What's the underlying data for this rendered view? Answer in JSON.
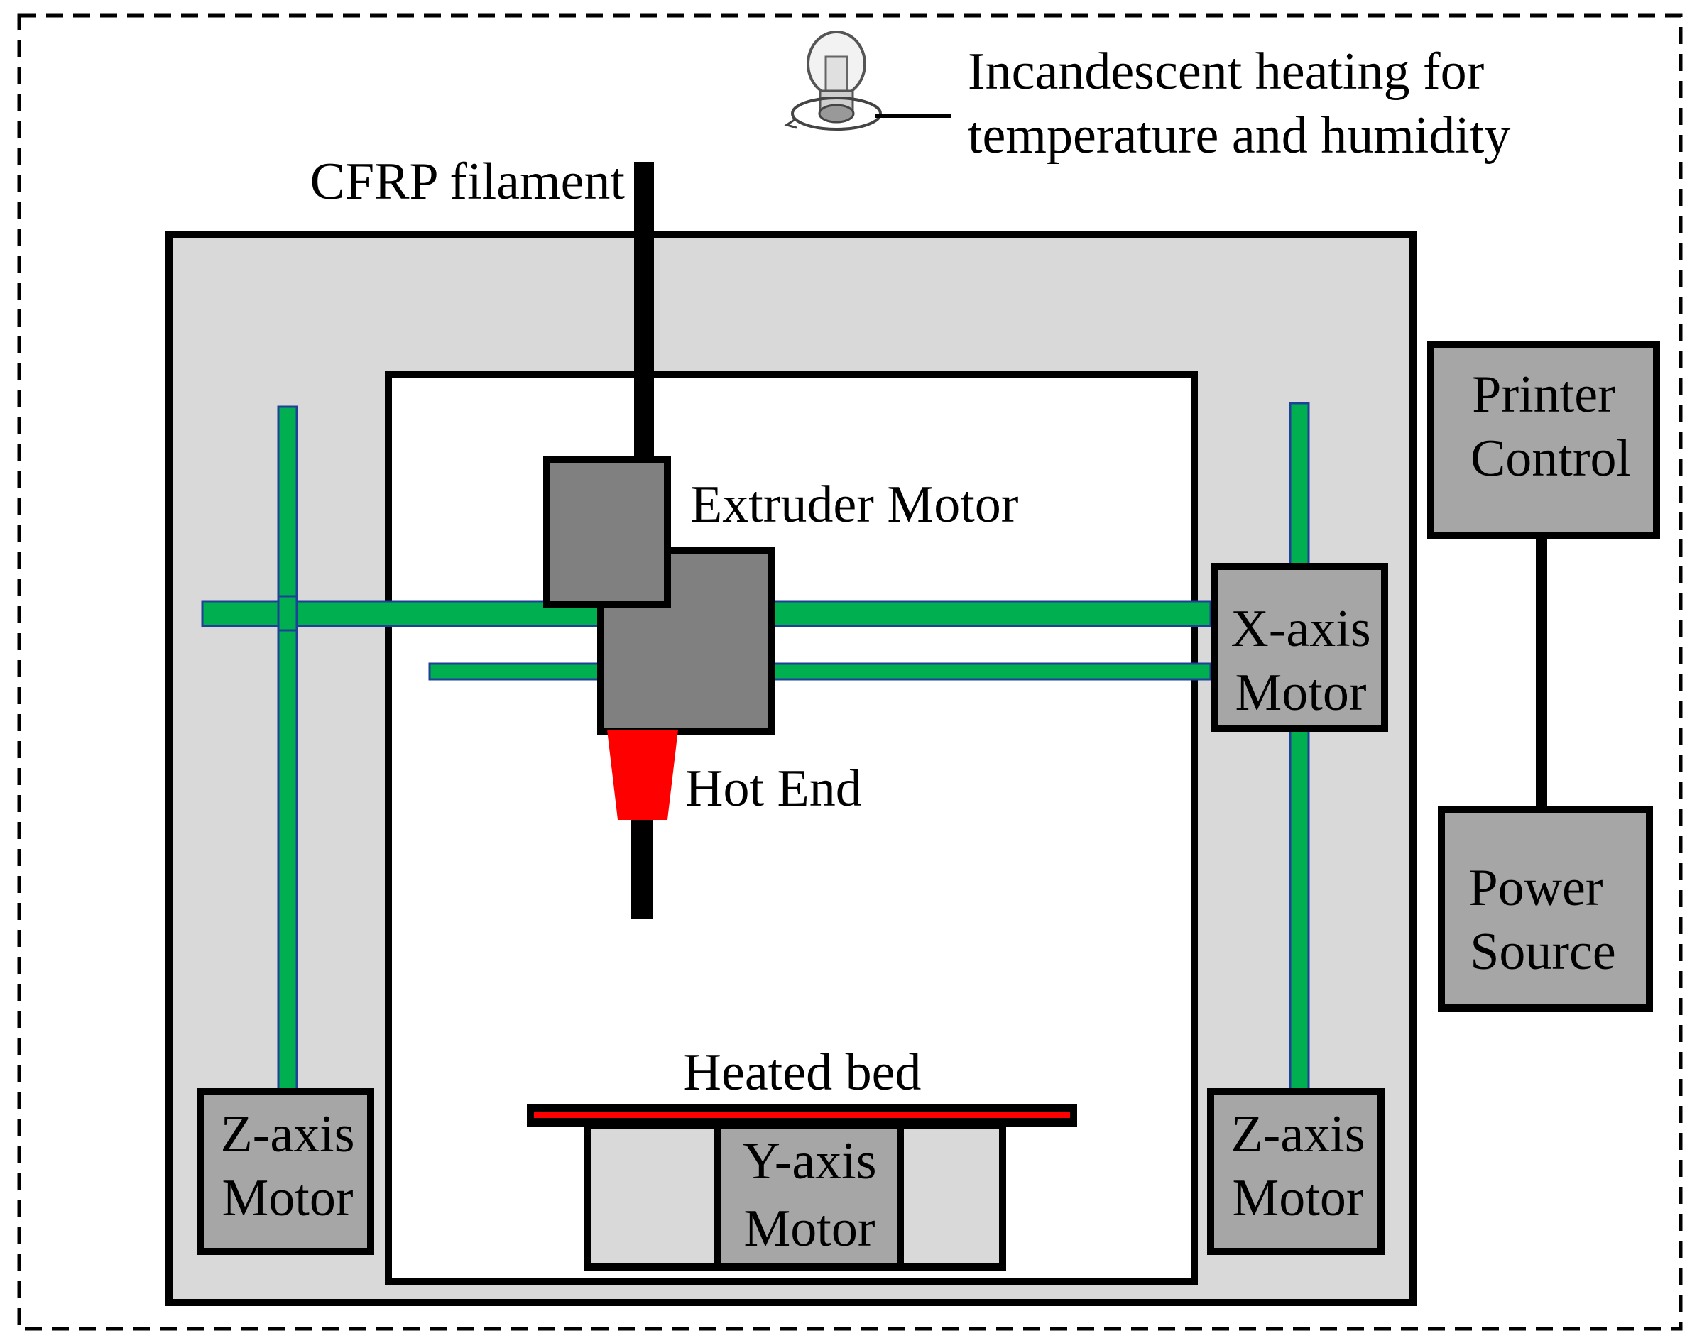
{
  "labels": {
    "heating_line1": "Incandescent heating for",
    "heating_line2": "temperature and humidity",
    "filament": "CFRP filament",
    "extruder_motor": "Extruder Motor",
    "hot_end": "Hot End",
    "x_motor_line1": "X-axis",
    "x_motor_line2": "Motor",
    "z_motor_left_line1": "Z-axis",
    "z_motor_left_line2": "Motor",
    "z_motor_right_line1": "Z-axis",
    "z_motor_right_line2": "Motor",
    "y_motor_line1": "Y-axis",
    "y_motor_line2": "Motor",
    "heated_bed": "Heated bed",
    "printer_control_line1": "Printer",
    "printer_control_line2": "Control",
    "power_source_line1": "Power",
    "power_source_line2": "Source"
  },
  "colors": {
    "frame": "#d9d9d9",
    "motor": "#808080",
    "control_box": "#a6a6a6",
    "rail": "#00b050",
    "rail_edge": "#1f3f99",
    "hot_end": "#ff0000",
    "bed_line": "#ff0000"
  },
  "icons": {
    "heater": "light-bulb-icon"
  }
}
